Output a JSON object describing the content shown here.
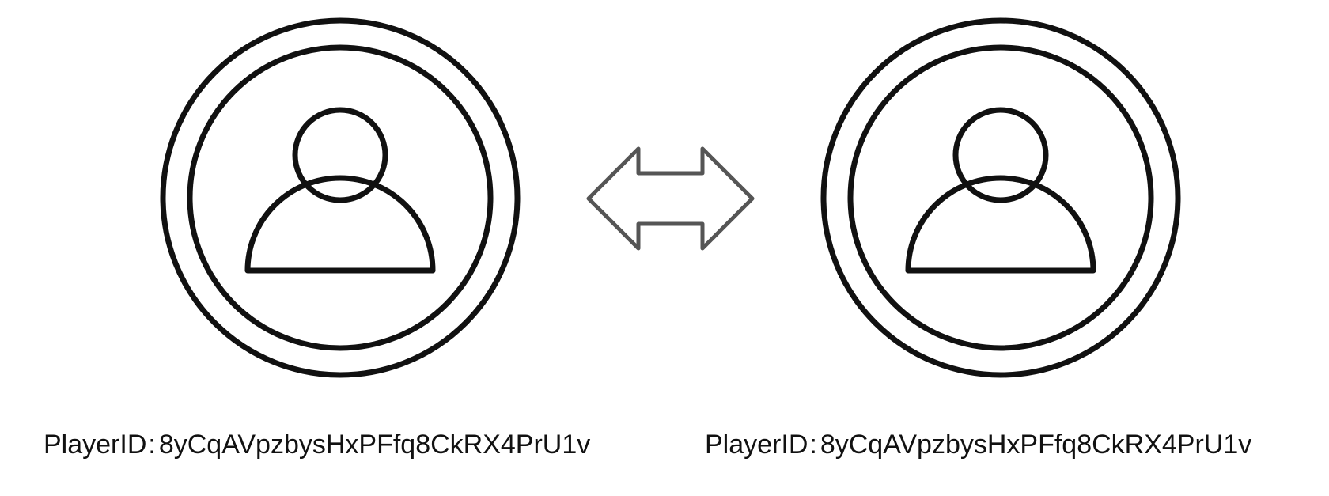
{
  "players": [
    {
      "label": "PlayerID",
      "separator": ":",
      "id": "8yCqAVpzbysHxPFfq8CkRX4PrU1v"
    },
    {
      "label": "PlayerID",
      "separator": ":",
      "id": "8yCqAVpzbysHxPFfq8CkRX4PrU1v"
    }
  ],
  "icons": {
    "left_avatar": "user-avatar-icon",
    "right_avatar": "user-avatar-icon",
    "center": "swap-arrows-icon"
  },
  "colors": {
    "avatar_stroke": "#111111",
    "arrow_stroke": "#555555",
    "text": "#111111",
    "background": "#ffffff"
  }
}
